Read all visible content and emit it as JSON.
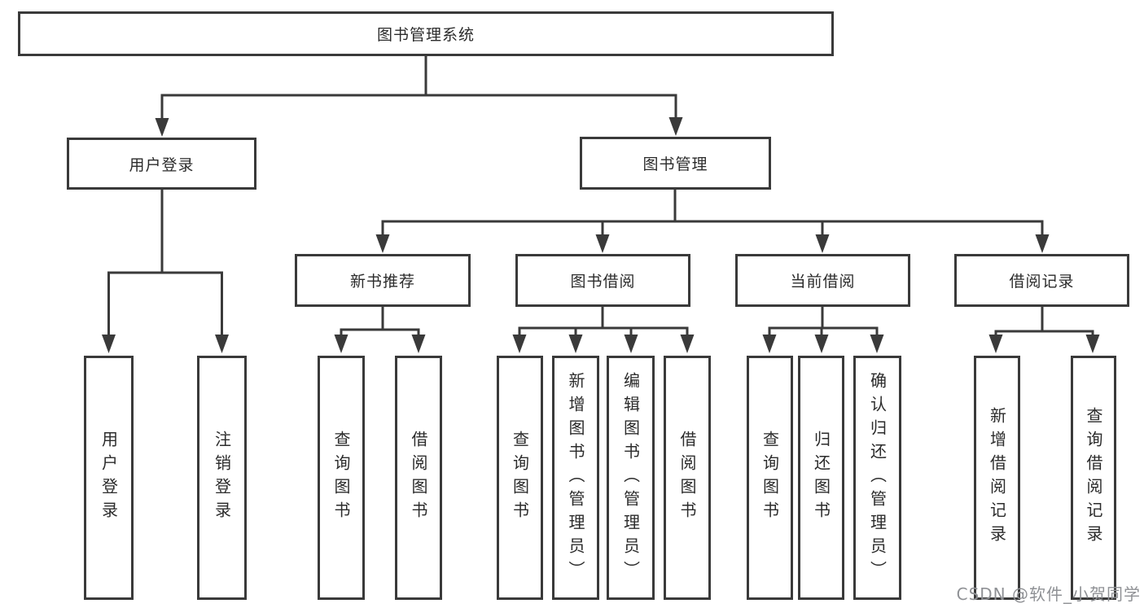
{
  "tree": {
    "root": "图书管理系统",
    "children": [
      {
        "label": "用户登录",
        "children": [
          "用户登录",
          "注销登录"
        ]
      },
      {
        "label": "图书管理",
        "children": [
          {
            "label": "新书推荐",
            "children": [
              "查询图书",
              "借阅图书"
            ]
          },
          {
            "label": "图书借阅",
            "children": [
              "查询图书",
              "新增图书（管理员）",
              "编辑图书（管理员）",
              "借阅图书"
            ]
          },
          {
            "label": "当前借阅",
            "children": [
              "查询图书",
              "归还图书",
              "确认归还（管理员）"
            ]
          },
          {
            "label": "借阅记录",
            "children": [
              "新增借阅记录",
              "查询借阅记录"
            ]
          }
        ]
      }
    ]
  },
  "watermark": {
    "text": "CSDN @软件_小贺同学"
  },
  "colors": {
    "line": "#3a3a3a",
    "text": "#2b2b2b",
    "watermark": "#8f9195",
    "background": "#ffffff"
  }
}
